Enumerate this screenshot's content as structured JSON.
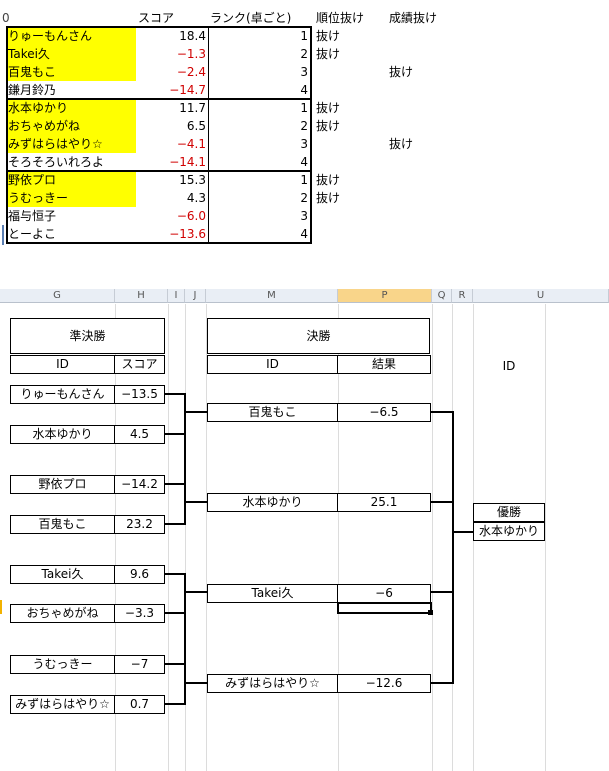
{
  "top_table": {
    "row_header_fragment": "0",
    "headers": {
      "score": "スコア",
      "rank": "ランク(卓ごと)",
      "rank_out": "順位抜け",
      "score_out": "成績抜け"
    },
    "rows": [
      {
        "name": "りゅーもんさん",
        "score": "18.4",
        "rank": "1",
        "rank_out": "抜け",
        "score_out": ""
      },
      {
        "name": "Takei久",
        "score": "−1.3",
        "rank": "2",
        "rank_out": "抜け",
        "score_out": ""
      },
      {
        "name": "百鬼もこ",
        "score": "−2.4",
        "rank": "3",
        "rank_out": "",
        "score_out": "抜け"
      },
      {
        "name": "鎌月鈴乃",
        "score": "−14.7",
        "rank": "4",
        "rank_out": "",
        "score_out": ""
      },
      {
        "name": "水本ゆかり",
        "score": "11.7",
        "rank": "1",
        "rank_out": "抜け",
        "score_out": ""
      },
      {
        "name": "おちゃめがね",
        "score": "6.5",
        "rank": "2",
        "rank_out": "抜け",
        "score_out": ""
      },
      {
        "name": "みずはらはやり☆",
        "score": "−4.1",
        "rank": "3",
        "rank_out": "",
        "score_out": "抜け"
      },
      {
        "name": "そろそろいれろよ",
        "score": "−14.1",
        "rank": "4",
        "rank_out": "",
        "score_out": ""
      },
      {
        "name": "野依プロ",
        "score": "15.3",
        "rank": "1",
        "rank_out": "抜け",
        "score_out": ""
      },
      {
        "name": "うむっきー",
        "score": "4.3",
        "rank": "2",
        "rank_out": "抜け",
        "score_out": ""
      },
      {
        "name": "福与恒子",
        "score": "−6.0",
        "rank": "3",
        "rank_out": "",
        "score_out": ""
      },
      {
        "name": "とーよこ",
        "score": "−13.6",
        "rank": "4",
        "rank_out": "",
        "score_out": ""
      }
    ]
  },
  "column_headers": [
    "G",
    "H",
    "I",
    "J",
    "M",
    "P",
    "Q",
    "R",
    "U"
  ],
  "semifinal": {
    "title": "準決勝",
    "id_label": "ID",
    "score_label": "スコア",
    "entries": [
      {
        "id": "りゅーもんさん",
        "score": "−13.5"
      },
      {
        "id": "水本ゆかり",
        "score": "4.5"
      },
      {
        "id": "野依プロ",
        "score": "−14.2"
      },
      {
        "id": "百鬼もこ",
        "score": "23.2"
      },
      {
        "id": "Takei久",
        "score": "9.6"
      },
      {
        "id": "おちゃめがね",
        "score": "−3.3"
      },
      {
        "id": "うむっきー",
        "score": "−7"
      },
      {
        "id": "みずはらはやり☆",
        "score": "0.7"
      }
    ]
  },
  "final": {
    "title": "決勝",
    "id_label": "ID",
    "result_label": "結果",
    "entries": [
      {
        "id": "百鬼もこ",
        "result": "−6.5"
      },
      {
        "id": "水本ゆかり",
        "result": "25.1"
      },
      {
        "id": "Takei久",
        "result": "−6"
      },
      {
        "id": "みずはらはやり☆",
        "result": "−12.6"
      }
    ]
  },
  "winner": {
    "id_label": "ID",
    "title": "優勝",
    "name": "水本ゆかり"
  },
  "colors": {
    "highlight": "#ffff00",
    "negative": "#d00000",
    "header_selected": "#f9d58a"
  }
}
